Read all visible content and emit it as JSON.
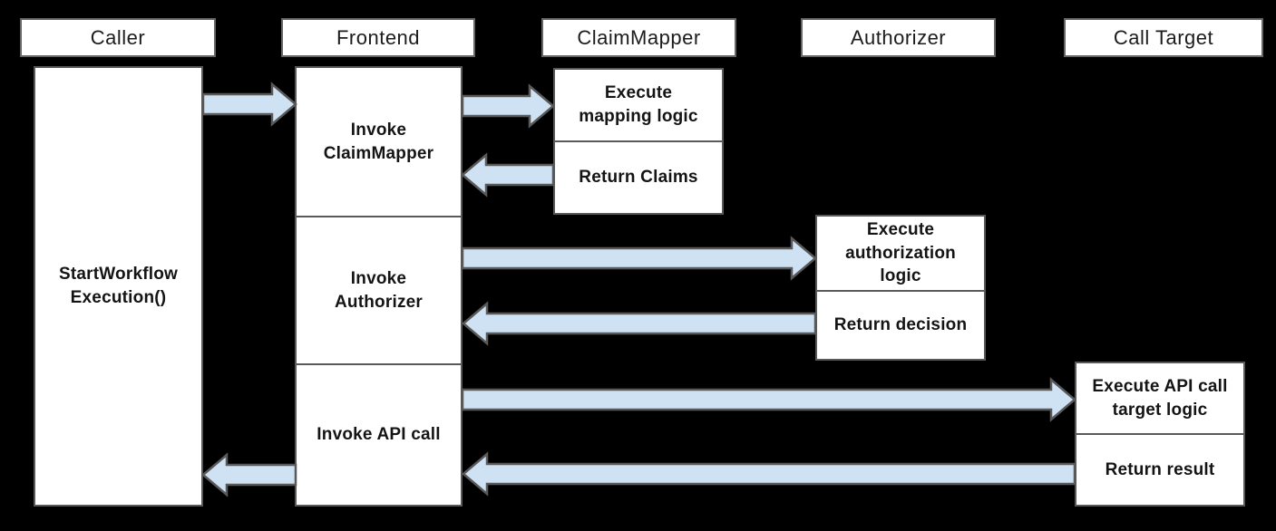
{
  "colors": {
    "background": "#000000",
    "box_fill": "#ffffff",
    "box_border": "#595959",
    "header_border": "#666666",
    "arrow_fill": "#cfe2f3",
    "arrow_outline": "#595959",
    "text": "#141414"
  },
  "lanes": [
    {
      "id": "caller",
      "label": "Caller"
    },
    {
      "id": "frontend",
      "label": "Frontend"
    },
    {
      "id": "claimmapper",
      "label": "ClaimMapper"
    },
    {
      "id": "authorizer",
      "label": "Authorizer"
    },
    {
      "id": "calltarget",
      "label": "Call Target"
    }
  ],
  "boxes": {
    "caller_activity": "StartWorkflow\nExecution()",
    "frontend_invoke_claimmapper": "Invoke\nClaimMapper",
    "frontend_invoke_authorizer": "Invoke\nAuthorizer",
    "frontend_invoke_api_call": "Invoke API call",
    "claimmapper_execute": "Execute\nmapping logic",
    "claimmapper_return": "Return Claims",
    "authorizer_execute": "Execute\nauthorization\nlogic",
    "authorizer_return": "Return decision",
    "calltarget_execute": "Execute API call\ntarget logic",
    "calltarget_return": "Return result"
  },
  "flows": [
    {
      "from": "Caller",
      "to": "Frontend"
    },
    {
      "from": "Frontend",
      "to": "ClaimMapper"
    },
    {
      "from": "ClaimMapper",
      "to": "Frontend"
    },
    {
      "from": "Frontend",
      "to": "Authorizer"
    },
    {
      "from": "Authorizer",
      "to": "Frontend"
    },
    {
      "from": "Frontend",
      "to": "Call Target"
    },
    {
      "from": "Call Target",
      "to": "Frontend"
    },
    {
      "from": "Frontend",
      "to": "Caller"
    }
  ]
}
